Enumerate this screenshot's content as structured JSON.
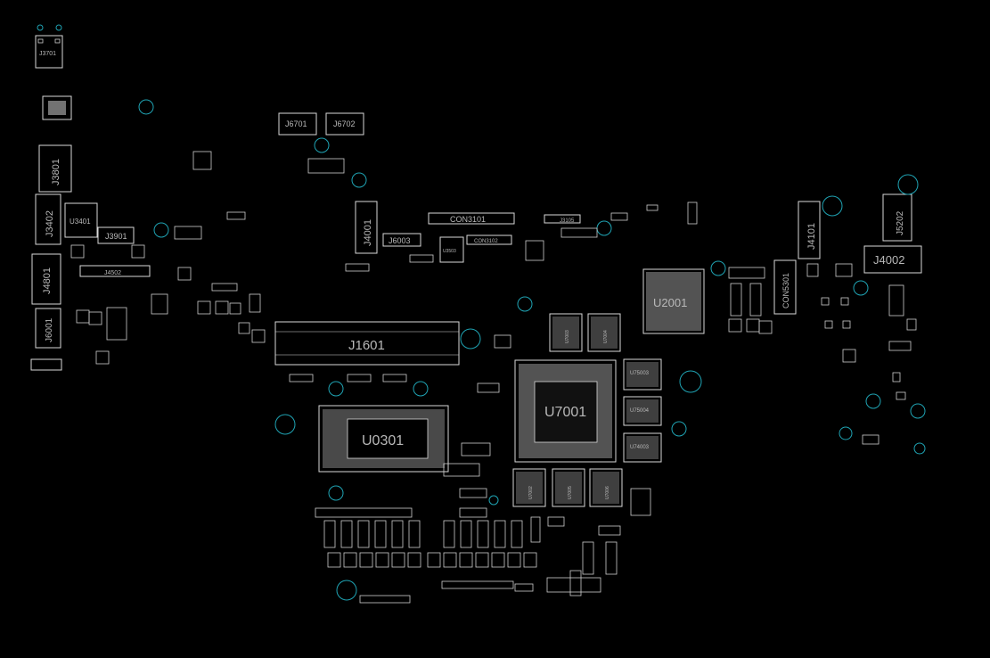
{
  "view": {
    "background": "#000000",
    "outline_color": "#d8d8d8",
    "hole_color": "#1fa3b3"
  },
  "labels": {
    "j3701": "J3701",
    "j3801": "J3801",
    "j3402": "J3402",
    "u3401": "U3401",
    "j3901": "J3901",
    "j4801": "J4801",
    "j6001": "J6001",
    "j4502": "J4502",
    "j6701": "J6701",
    "j6702": "J6702",
    "j4001": "J4001",
    "j6003": "J6003",
    "con3101": "CON3101",
    "con3102": "CON3102",
    "j3105": "J3105",
    "u3503": "U3503",
    "j1601": "J1601",
    "u0301": "U0301",
    "u7001": "U7001",
    "u2001": "U2001",
    "u75003": "U75003",
    "u75004": "U75004",
    "u74003": "U74003",
    "u7003": "U7003",
    "u7004": "U7004",
    "u7002": "U7002",
    "u7005": "U7005",
    "u7006": "U7006",
    "con5301": "CON5301",
    "j4101": "J4101",
    "j5202": "J5202",
    "j4002": "J4002"
  }
}
